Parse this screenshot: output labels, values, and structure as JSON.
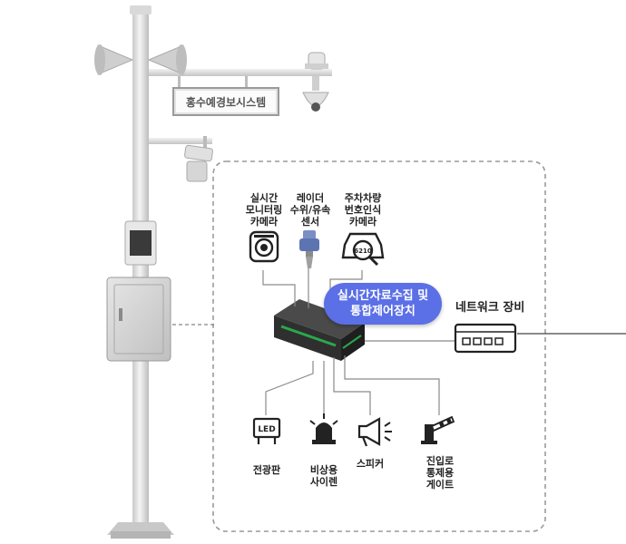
{
  "sign_text": "홍수예경보시스템",
  "hub_label": "실시간자료수집 및\n통합제어장치",
  "network_label": "네트워크 장비",
  "inputs": [
    {
      "label": "실시간\n모니터링\n카메라",
      "icon": "cctv-camera-icon"
    },
    {
      "label": "레이더\n수위/유속\n센서",
      "icon": "radar-sensor-icon"
    },
    {
      "label": "주차차량\n번호인식\n카메라",
      "icon": "license-plate-camera-icon"
    }
  ],
  "plate_text": "6210",
  "outputs": [
    {
      "label": "전광판",
      "icon": "led-board-icon"
    },
    {
      "label": "비상용\n사이렌",
      "icon": "siren-icon"
    },
    {
      "label": "스피커",
      "icon": "speaker-icon"
    },
    {
      "label": "진입로\n통제용\n게이트",
      "icon": "gate-barrier-icon"
    }
  ],
  "led_text": "LED",
  "colors": {
    "accent": "#5b6fe6",
    "line": "#8a8a8a",
    "pole": "#dcdcdc",
    "dashed": "#9a9a9a"
  }
}
